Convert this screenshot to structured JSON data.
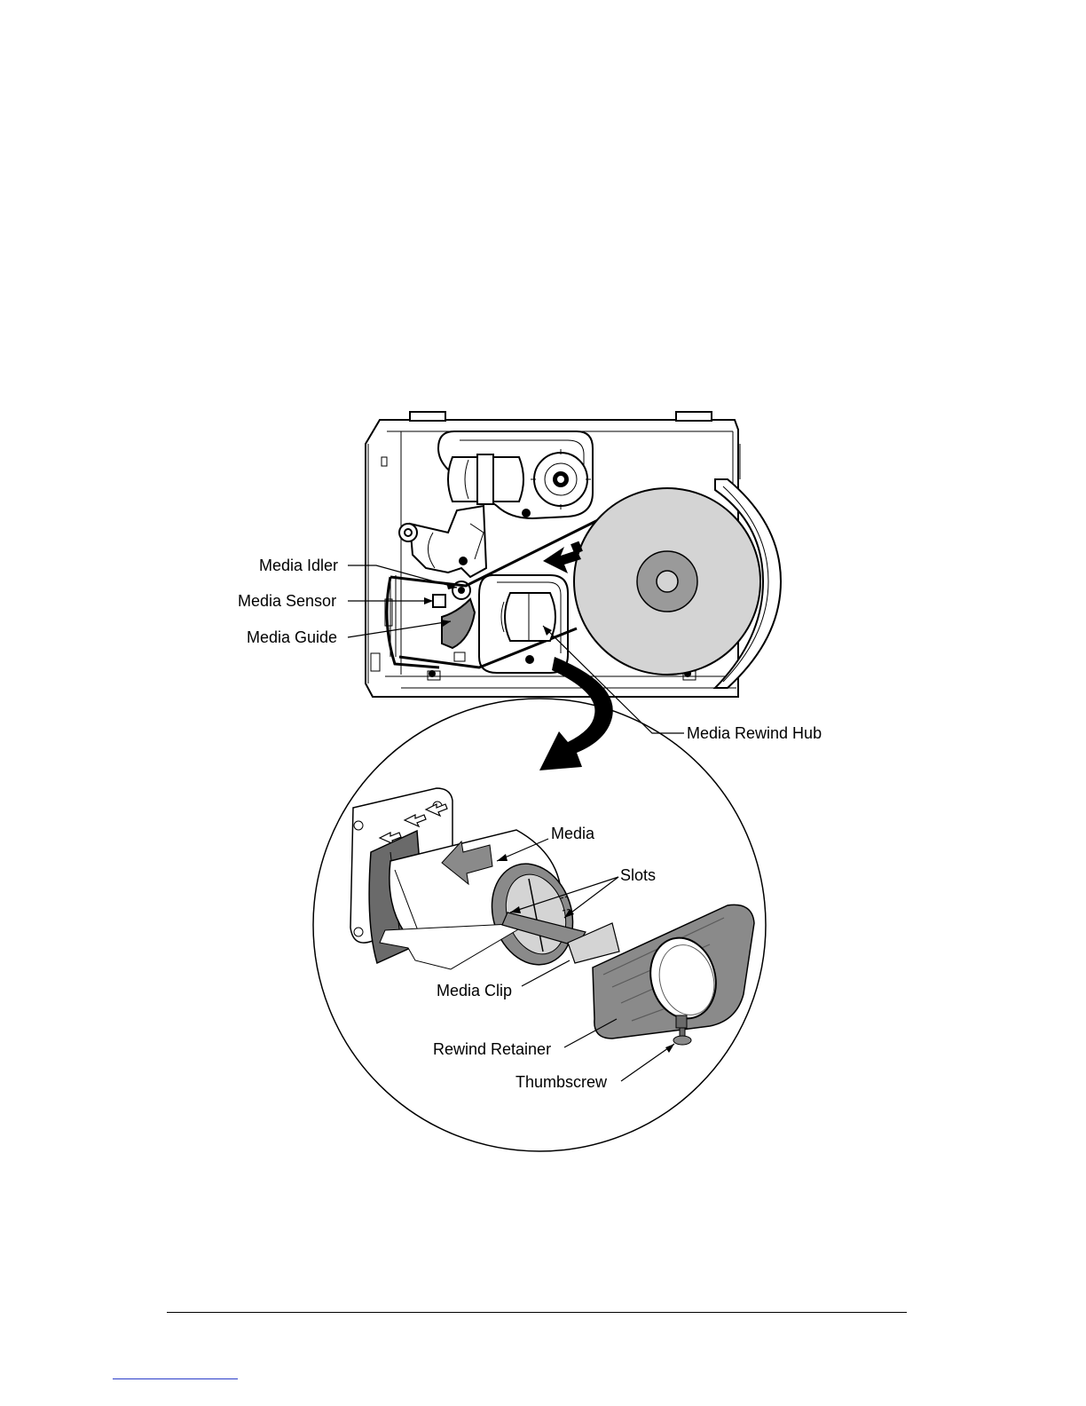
{
  "labels": {
    "media_idler": "Media Idler",
    "media_sensor": "Media Sensor",
    "media_guide": "Media Guide",
    "media_rewind_hub": "Media Rewind Hub",
    "media": "Media",
    "slots": "Slots",
    "media_clip": "Media Clip",
    "rewind_retainer": "Rewind Retainer",
    "thumbscrew": "Thumbscrew"
  },
  "colors": {
    "line": "#000000",
    "media_roll": "#d4d4d4",
    "part_grey": "#8a8a8a",
    "dark_grey": "#6a6a6a",
    "link_underline": "#2a3cc8"
  }
}
